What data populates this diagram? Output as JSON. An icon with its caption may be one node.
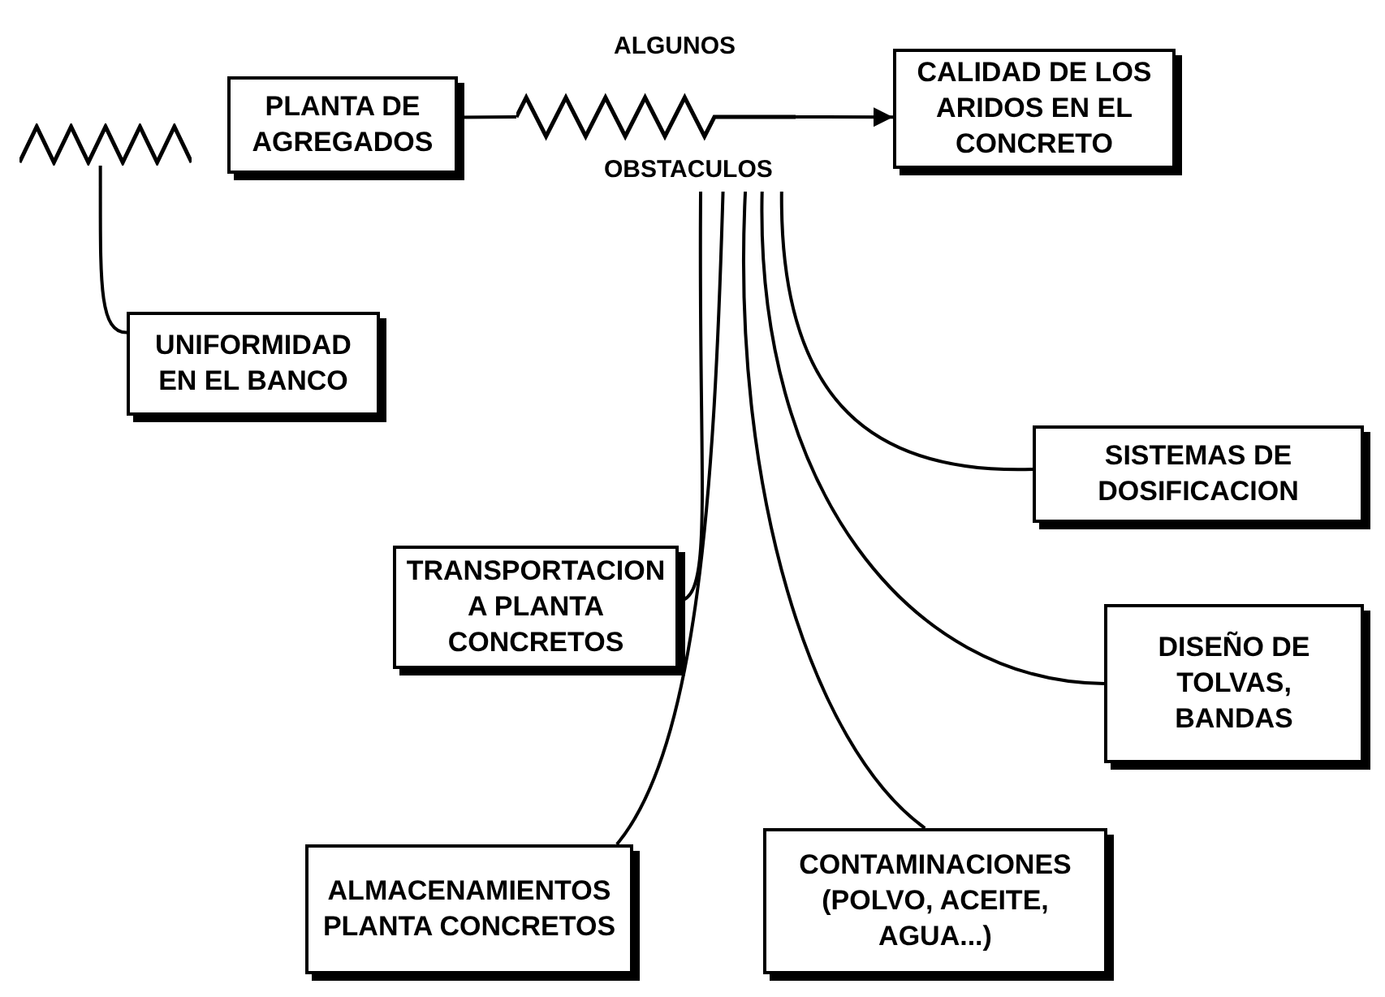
{
  "diagram": {
    "nodes": [
      {
        "text": [],
        "shape": "zigzag"
      },
      {
        "text": [
          "PLANTA DE AGREGADOS"
        ]
      },
      {
        "text": [
          "ALGUNOS",
          "OBSTACULOS"
        ]
      },
      {
        "text": [
          "CALIDAD DE LOS ARIDOS EN EL CONCRETO"
        ]
      },
      {
        "text": [
          "UNIFORMIDAD EN EL BANCO"
        ]
      },
      {
        "text": [
          "SISTEMAS DE DOSIFICACION"
        ]
      },
      {
        "text": [
          "TRANSPORTACION A PLANTA CONCRETOS"
        ]
      },
      {
        "text": [
          "DISEÑO DE TOLVAS, BANDAS"
        ]
      },
      {
        "text": [
          "ALMACENAMIENTOS PLANTA CONCRETOS"
        ]
      },
      {
        "text": [
          "CONTAMINACIONES (POLVO, ACEITE, AGUA...)"
        ]
      }
    ],
    "edges": [
      {
        "from": 0,
        "to": 4,
        "arrow": "none"
      },
      {
        "from": 1,
        "to": 2,
        "arrow": "none"
      },
      {
        "from": 2,
        "to": 3,
        "arrow": "to"
      },
      {
        "from": 2,
        "to": 5,
        "arrow": "none"
      },
      {
        "from": 2,
        "to": 6,
        "arrow": "none"
      },
      {
        "from": 2,
        "to": 7,
        "arrow": "none"
      },
      {
        "from": 2,
        "to": 8,
        "arrow": "none"
      },
      {
        "from": 2,
        "to": 9,
        "arrow": "none"
      }
    ]
  }
}
